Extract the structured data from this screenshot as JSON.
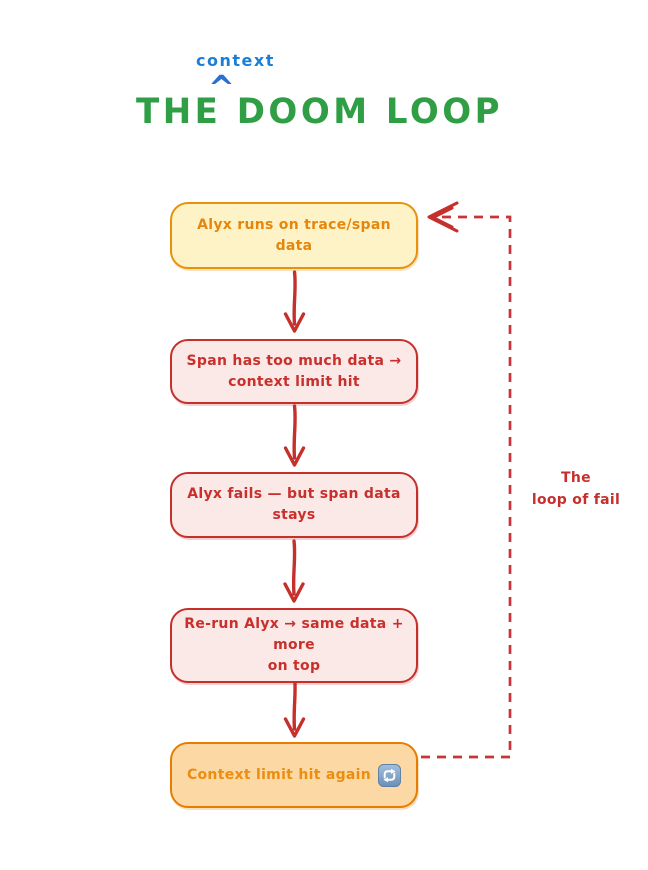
{
  "title": {
    "insert_word": "context",
    "caret": "^",
    "main": "THE DOOM LOOP"
  },
  "flow": {
    "nodes": [
      {
        "label": "Alyx runs on trace/span data",
        "variant": "yellow"
      },
      {
        "label": "Span has too much data →\ncontext limit hit",
        "variant": "pink"
      },
      {
        "label": "Alyx fails — but span data\nstays",
        "variant": "pink"
      },
      {
        "label": "Re-run Alyx → same data + more\non top",
        "variant": "pink"
      },
      {
        "label": "Context limit hit again",
        "variant": "orange",
        "icon": "repeat-icon"
      }
    ]
  },
  "loop": {
    "label": "The\nloop of fail"
  },
  "colors": {
    "title_green": "#2f9e44",
    "annotation_blue": "#1c7ed6",
    "arrow_red": "#c5302c",
    "pink_fill": "#fbe9e8",
    "yellow_fill": "#fdf3c6",
    "yellow_border": "#e8910c",
    "orange_fill": "#fcd9a4",
    "orange_border": "#e67d02"
  }
}
